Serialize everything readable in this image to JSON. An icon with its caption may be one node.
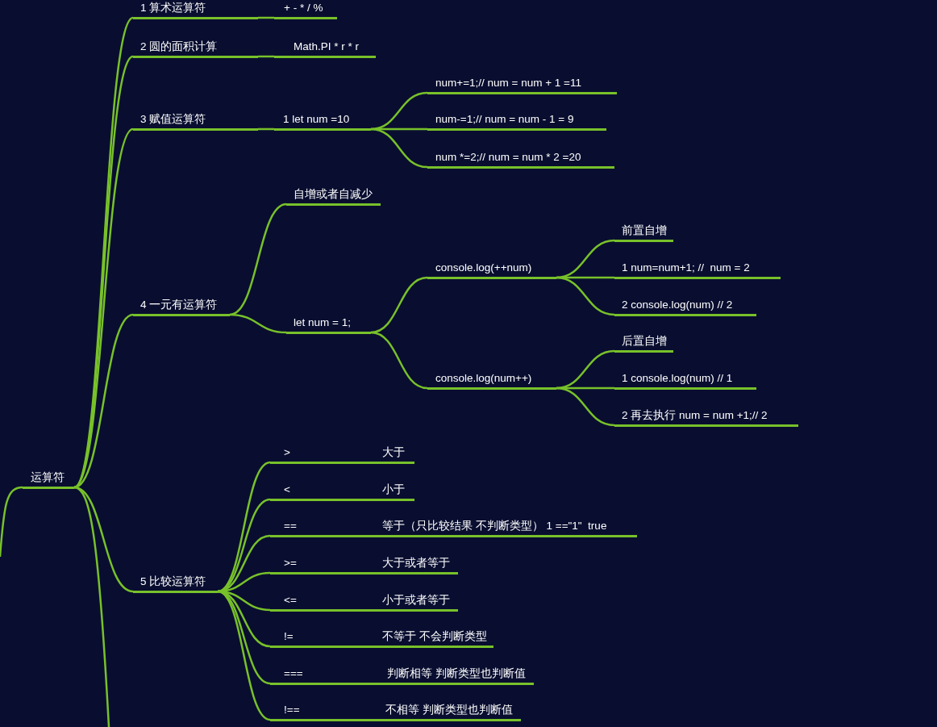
{
  "diagram": {
    "nodes": [
      {
        "text": [
          "运算符"
        ]
      },
      {
        "text": [
          "1 算术运算符"
        ]
      },
      {
        "text": [
          "+ - * / %"
        ]
      },
      {
        "text": [
          "2 圆的面积计算"
        ]
      },
      {
        "text": [
          "Math.PI * r * r"
        ]
      },
      {
        "text": [
          "3 赋值运算符"
        ]
      },
      {
        "text": [
          "1 let num =10"
        ]
      },
      {
        "text": [
          "num+=1;// num = num + 1 =11"
        ]
      },
      {
        "text": [
          "num-=1;// num = num - 1 = 9"
        ]
      },
      {
        "text": [
          "num *=2;// num = num * 2 =20"
        ]
      },
      {
        "text": [
          "4 一元有运算符"
        ]
      },
      {
        "text": [
          "自增或者自减少"
        ]
      },
      {
        "text": [
          "let num = 1;"
        ]
      },
      {
        "text": [
          "console.log(++num)"
        ]
      },
      {
        "text": [
          "前置自增"
        ]
      },
      {
        "text": [
          "1 num=num+1; //  num = 2"
        ]
      },
      {
        "text": [
          "2 console.log(num) // 2"
        ]
      },
      {
        "text": [
          "console.log(num++)"
        ]
      },
      {
        "text": [
          "后置自增"
        ]
      },
      {
        "text": [
          "1 console.log(num) // 1"
        ]
      },
      {
        "text": [
          "2 再去执行 num = num +1;// 2"
        ]
      },
      {
        "text": [
          "5 比较运算符"
        ]
      },
      {
        "text": [
          ">",
          "大于"
        ]
      },
      {
        "text": [
          "<",
          "小于"
        ]
      },
      {
        "text": [
          "==",
          "等于（只比较结果 不判断类型） 1 ==\"1\"  true"
        ]
      },
      {
        "text": [
          ">=",
          "大于或者等于"
        ]
      },
      {
        "text": [
          "<=",
          "小于或者等于"
        ]
      },
      {
        "text": [
          "!=",
          "不等于 不会判断类型"
        ]
      },
      {
        "text": [
          "===",
          "判断相等 判断类型也判断值"
        ]
      },
      {
        "text": [
          "!==",
          "不相等 判断类型也判断值"
        ]
      }
    ],
    "edges": [
      {
        "from": null,
        "to": 0,
        "arrow": "none"
      },
      {
        "from": 0,
        "to": 1,
        "arrow": "none"
      },
      {
        "from": 0,
        "to": 3,
        "arrow": "none"
      },
      {
        "from": 0,
        "to": 5,
        "arrow": "none"
      },
      {
        "from": 0,
        "to": 10,
        "arrow": "none"
      },
      {
        "from": 0,
        "to": 21,
        "arrow": "none"
      },
      {
        "from": 0,
        "to": null,
        "arrow": "none"
      },
      {
        "from": 1,
        "to": 2,
        "arrow": "none"
      },
      {
        "from": 3,
        "to": 4,
        "arrow": "none"
      },
      {
        "from": 5,
        "to": 6,
        "arrow": "none"
      },
      {
        "from": 6,
        "to": 7,
        "arrow": "none"
      },
      {
        "from": 6,
        "to": 8,
        "arrow": "none"
      },
      {
        "from": 6,
        "to": 9,
        "arrow": "none"
      },
      {
        "from": 10,
        "to": 11,
        "arrow": "none"
      },
      {
        "from": 10,
        "to": 12,
        "arrow": "none"
      },
      {
        "from": 12,
        "to": 13,
        "arrow": "none"
      },
      {
        "from": 12,
        "to": 17,
        "arrow": "none"
      },
      {
        "from": 13,
        "to": 14,
        "arrow": "none"
      },
      {
        "from": 13,
        "to": 15,
        "arrow": "none"
      },
      {
        "from": 13,
        "to": 16,
        "arrow": "none"
      },
      {
        "from": 17,
        "to": 18,
        "arrow": "none"
      },
      {
        "from": 17,
        "to": 19,
        "arrow": "none"
      },
      {
        "from": 17,
        "to": 20,
        "arrow": "none"
      },
      {
        "from": 21,
        "to": 22,
        "arrow": "none"
      },
      {
        "from": 21,
        "to": 23,
        "arrow": "none"
      },
      {
        "from": 21,
        "to": 24,
        "arrow": "none"
      },
      {
        "from": 21,
        "to": 25,
        "arrow": "none"
      },
      {
        "from": 21,
        "to": 26,
        "arrow": "none"
      },
      {
        "from": 21,
        "to": 27,
        "arrow": "none"
      },
      {
        "from": 21,
        "to": 28,
        "arrow": "none"
      },
      {
        "from": 21,
        "to": 29,
        "arrow": "none"
      }
    ]
  }
}
